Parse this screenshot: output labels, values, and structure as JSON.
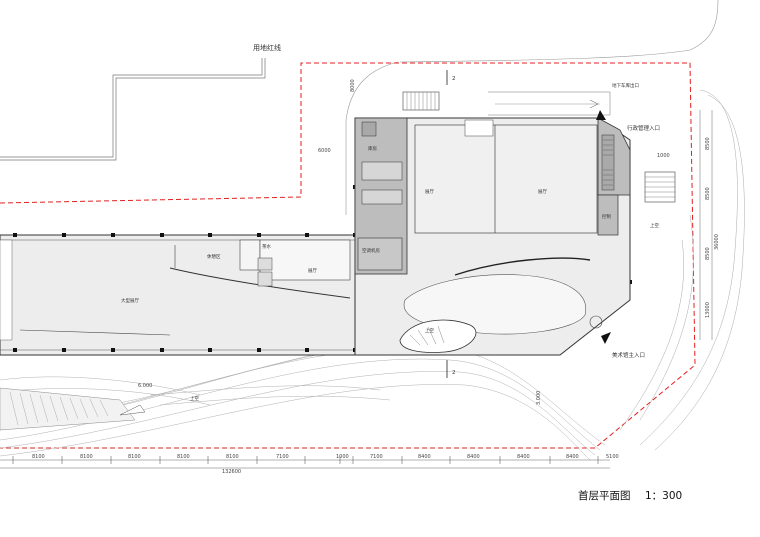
{
  "plan": {
    "caption": "首层平面图",
    "scale": "1：300",
    "labels": {
      "land_line": "用地红线",
      "underground_exit": "地下车库出口",
      "admin_entrance": "行政管理入口",
      "museum_entrance": "美术馆主入口",
      "exhibition_hall_large": "大型展厅",
      "exhibition_hall_a": "展厅",
      "exhibition_hall_b": "展厅",
      "rest_area": "休憩区",
      "tea_room": "茶水",
      "hall": "展厅",
      "storage": "库房",
      "aircon_room": "空调机房",
      "control_room": "控制",
      "upper_void_1": "上空",
      "upper_void_2": "上空",
      "upper_void_3": "上空",
      "section_mark_top": "2",
      "section_mark_bottom": "2"
    },
    "dimensions": {
      "bottom_segments": [
        "8100",
        "8100",
        "8100",
        "8100",
        "8100",
        "7100",
        "1000",
        "7100",
        "8400",
        "8400",
        "8400",
        "8400",
        "5100"
      ],
      "bottom_total": "132600",
      "right_segments": [
        "8500",
        "8500",
        "36000",
        "8500",
        "13000"
      ],
      "top_dim_1": "6000",
      "top_dim_2": "8000",
      "right_dim_small": "1000",
      "ramp_dim": "6.000",
      "ramp_dim_2": "3.000"
    }
  }
}
